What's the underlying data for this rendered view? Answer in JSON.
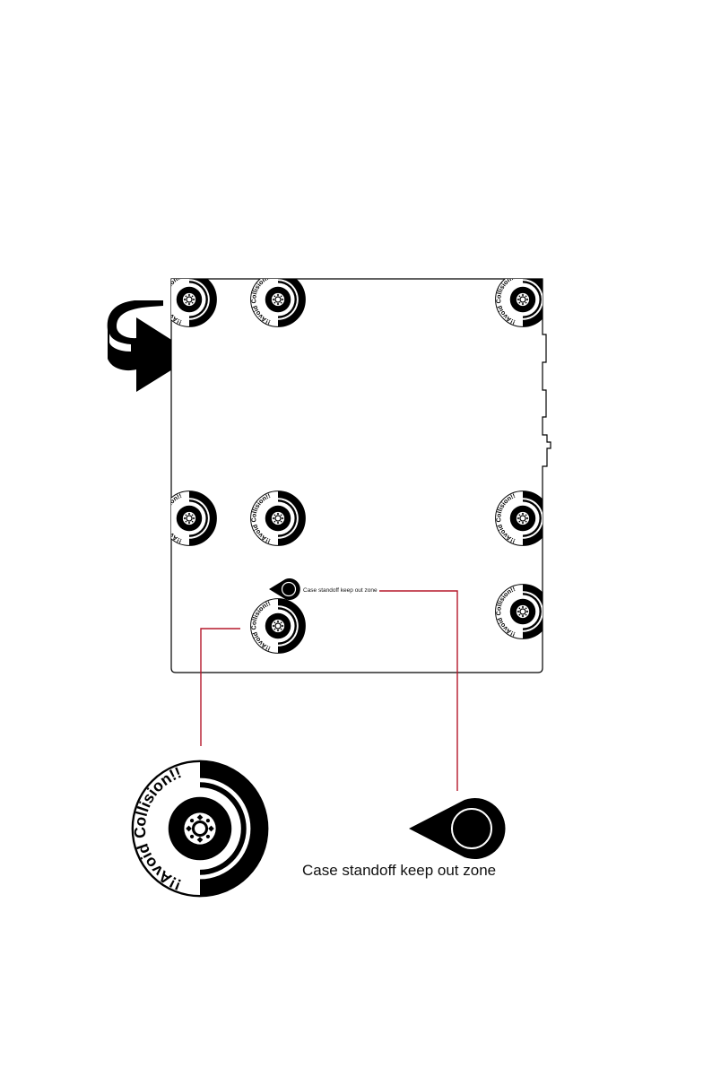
{
  "colors": {
    "ink": "#000000",
    "leader_line": "#b5182b",
    "background": "#ffffff"
  },
  "icons": {
    "rotate": "curved-rotate-arrow-icon",
    "standoff": "avoid-collision-standoff-icon",
    "keep_out": "keep-out-zone-pin-icon"
  },
  "standoff": {
    "stamp_text": "!!Avoid Collision!!"
  },
  "keep_out_zone": {
    "label_small": "Case standoff keep out zone",
    "label_large": "Case standoff keep out zone"
  }
}
